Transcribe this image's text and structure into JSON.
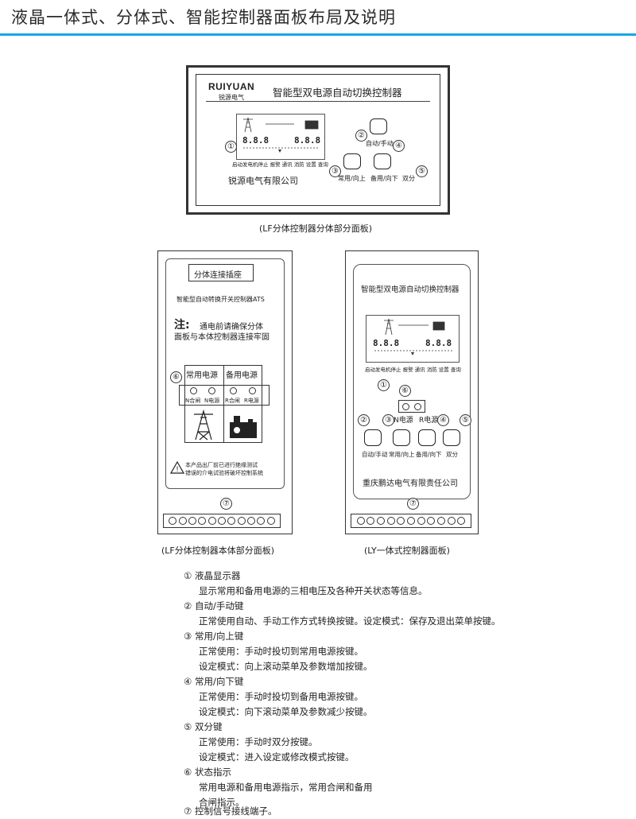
{
  "page": {
    "title": "液晶一体式、分体式、智能控制器面板布局及说明"
  },
  "colors": {
    "accent_rule": "#19a6e2",
    "lines": "#222222"
  },
  "icons": [
    "transmission-tower-icon",
    "generator-icon",
    "triangle-warning-icon"
  ],
  "panel_lf_split": {
    "brand": "RUIYUAN",
    "brand_sub": "锐源电气",
    "title": "智能型双电源自动切换控制器",
    "company": "锐源电气有限公司",
    "lcd_bottom": "启动发电机停止 报警  通讯  消防  设置  查询",
    "keys": [
      {
        "num": "②",
        "label": "自动/手动"
      },
      {
        "num": "③",
        "label": "常用/向上"
      },
      {
        "num": "④",
        "label": "备用/向下"
      },
      {
        "num": "⑤",
        "label": "双分"
      }
    ],
    "lcd_num": "①",
    "caption": "(LF分体控制器分体部分面板)"
  },
  "panel_lf_body": {
    "socket_label": "分体连接插座",
    "product_name": "智能型自动转换开关控制器ATS",
    "note_prefix": "注:",
    "note_line1": "通电前请确保分体",
    "note_line2": "面板与本体控制器连接牢固",
    "status_num": "⑥",
    "normal_source": "常用电源",
    "backup_source": "备用电源",
    "led_labels": [
      "N合闸",
      "N电源",
      "R合闸",
      "R电源"
    ],
    "warning_line1": "本产品出厂前已进行绝缘测试",
    "warning_line2": "错误的介电试验将破坏控制系统",
    "terminal_num": "⑦",
    "terminal_count": 11,
    "caption": "(LF分体控制器本体部分面板)"
  },
  "panel_ly": {
    "title": "智能型双电源自动切换控制器",
    "lcd_bottom": "启动发电机停止 报警  通讯  消防  设置  查询",
    "lcd_num": "①",
    "status_num": "⑥",
    "led_labels": [
      "N电源",
      "R电源"
    ],
    "keys": [
      {
        "num": "②",
        "label": "自动/手动"
      },
      {
        "num": "③",
        "label": "常用/向上"
      },
      {
        "num": "④",
        "label": "备用/向下"
      },
      {
        "num": "⑤",
        "label": "双分"
      }
    ],
    "company": "重庆鹏达电气有限责任公司",
    "terminal_num": "⑦",
    "terminal_count": 11,
    "caption": "(LY一体式控制器面板)"
  },
  "descriptions": [
    {
      "title": "① 液晶显示器",
      "lines": [
        "显示常用和备用电源的三相电压及各种开关状态等信息。"
      ]
    },
    {
      "title": "② 自动/手动键",
      "lines": [
        "正常使用自动、手动工作方式转换按键。设定模式：保存及退出菜单按键。"
      ]
    },
    {
      "title": "③ 常用/向上键",
      "lines": [
        "正常使用：手动时投切到常用电源按键。",
        "设定模式：向上滚动菜单及参数增加按键。"
      ]
    },
    {
      "title": "④ 常用/向下键",
      "lines": [
        "正常使用：手动时投切到备用电源按键。",
        "设定模式：向下滚动菜单及参数减少按键。"
      ]
    },
    {
      "title": "⑤ 双分键",
      "lines": [
        "正常使用：手动时双分按键。",
        "设定模式：进入设定或修改模式按键。"
      ]
    },
    {
      "title": "⑥ 状态指示",
      "lines": [
        "常用电源和备用电源指示，常用合闸和备用",
        "合闸指示。"
      ]
    },
    {
      "title": "⑦ 控制信号接线端子。",
      "lines": []
    }
  ]
}
